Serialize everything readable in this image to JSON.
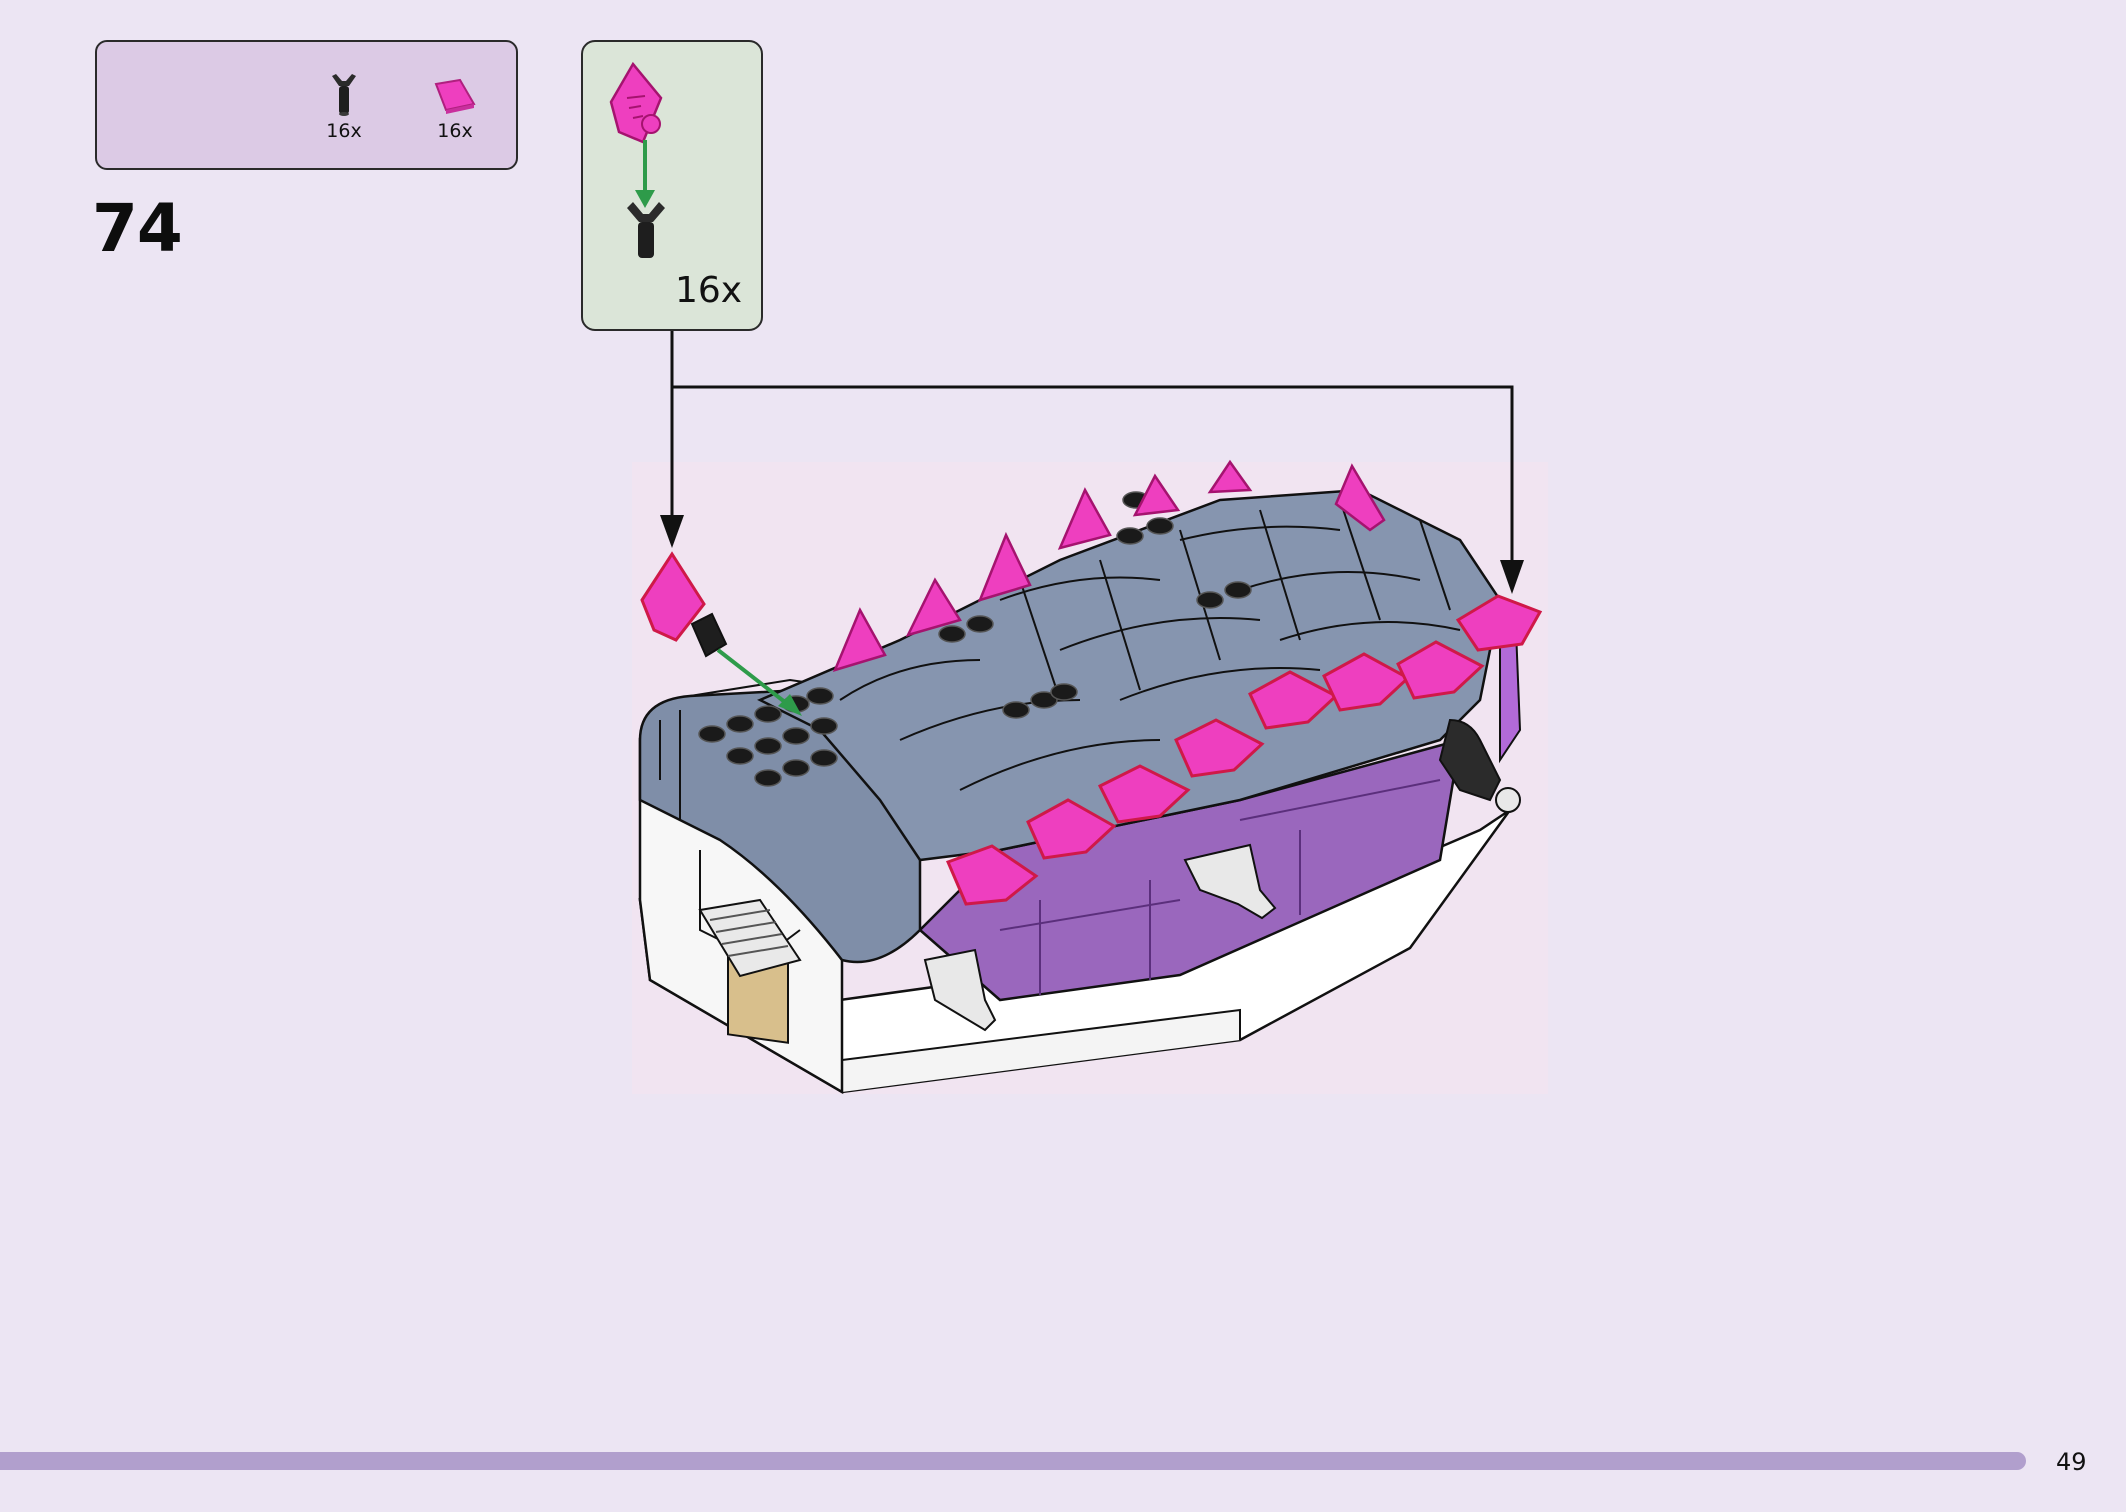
{
  "parts_list": {
    "items": [
      {
        "icon": "black-pin-connector-icon",
        "quantity": "16x"
      },
      {
        "icon": "pink-wedge-tile-icon",
        "quantity": "16x"
      }
    ]
  },
  "step": {
    "number": "74"
  },
  "subassembly": {
    "quantity": "16x"
  },
  "page": {
    "number": "49"
  },
  "colors": {
    "page_background": "#ece5f3",
    "parts_box": "#dccae5",
    "subassembly_box": "#dbe5d8",
    "spike_pink": "#ee3fbf",
    "body_blue_gray": "#7f8ea8",
    "side_purple": "#9a67bd",
    "arrow_green": "#2e9b4a",
    "footer_bar": "#b19fcd"
  }
}
